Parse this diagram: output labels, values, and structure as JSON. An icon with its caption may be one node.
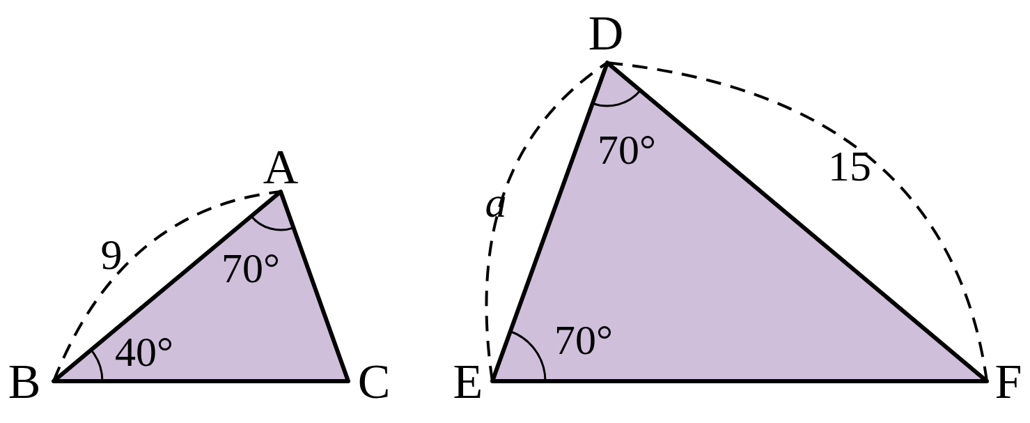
{
  "diagram": {
    "labels": [
      "A",
      "B",
      "C",
      "9",
      "70°",
      "40°",
      "D",
      "E",
      "F",
      "a",
      "15",
      "70°",
      "70°"
    ]
  }
}
